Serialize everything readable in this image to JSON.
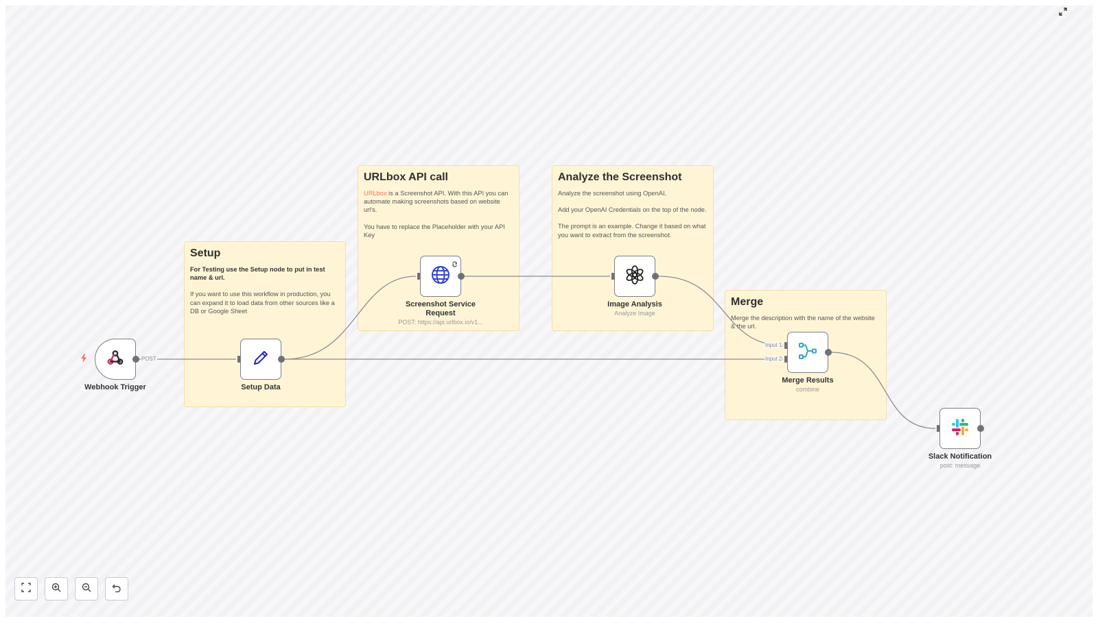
{
  "canvas": {
    "background": "#f7f7f9"
  },
  "sticky_notes": {
    "setup": {
      "title": "Setup",
      "bold_text": "For Testing use the Setup node to put in test name & url.",
      "text": "If you want to use this workflow in production, you can expand it to load data from other sources like a DB or Google Sheet"
    },
    "urlbox": {
      "title": "URLbox API call",
      "link_text": "URLbox",
      "text_after_link": " is a Screenshot API. With this API you can automate making screenshots based on website url's.",
      "text2": "You have to replace the Placeholder with your API Key"
    },
    "analyze": {
      "title": "Analyze the Screenshot",
      "text1": "Analyze the screenshot using OpenAI.",
      "text2": "Add your OpenAI Credentials on the top of the node.",
      "text3": "The prompt is an example. Change it based on what you want to extract from the screenshot."
    },
    "merge": {
      "title": "Merge",
      "text": "Merge the description with the name of the website & the url."
    }
  },
  "nodes": {
    "webhook": {
      "label": "Webhook Trigger",
      "icon": "webhook-icon",
      "edge_label": "POST"
    },
    "setup_data": {
      "label": "Setup Data",
      "icon": "pencil-icon"
    },
    "screenshot": {
      "label": "Screenshot Service Request",
      "sub": "POST: https://api.urlbox.io/v1...",
      "icon": "globe-icon"
    },
    "image_analysis": {
      "label": "Image Analysis",
      "sub": "Analyze Image",
      "icon": "openai-icon"
    },
    "merge_results": {
      "label": "Merge Results",
      "sub": "combine",
      "icon": "merge-icon",
      "input1": "Input 1",
      "input2": "Input 2"
    },
    "slack": {
      "label": "Slack Notification",
      "sub": "post: message",
      "icon": "slack-icon"
    }
  },
  "controls": [
    "fit-view",
    "zoom-in",
    "zoom-out",
    "reset-zoom"
  ],
  "colors": {
    "accent": "#ff6d5a",
    "sticky": "#fff5d6",
    "edge": "#8a8a92",
    "globe": "#3344cc",
    "pencil": "#2222bb",
    "merge": "#35a6c4"
  }
}
